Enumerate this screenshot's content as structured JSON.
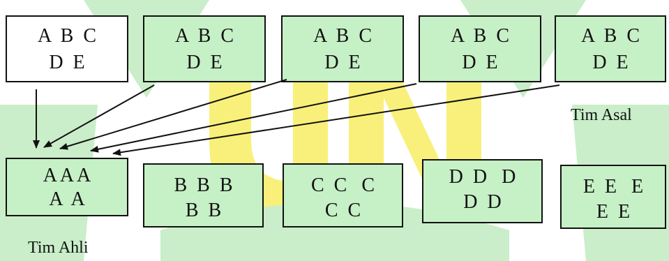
{
  "colors": {
    "box_fill": "#c6f0c6",
    "box_fill_first": "#ffffff",
    "watermark_yellow": "#f8f07a",
    "watermark_green": "#c9eec9"
  },
  "tim_asal": {
    "label": "Tim Asal",
    "boxes": [
      {
        "line1": "A  B  C",
        "line2": "D  E"
      },
      {
        "line1": "A  B  C",
        "line2": "D  E"
      },
      {
        "line1": "A  B  C",
        "line2": "D  E"
      },
      {
        "line1": "A  B  C",
        "line2": "D  E"
      },
      {
        "line1": "A  B  C",
        "line2": "D  E"
      }
    ]
  },
  "tim_ahli": {
    "label": "Tim Ahli",
    "boxes": [
      {
        "line1": "A A A",
        "line2": "A  A"
      },
      {
        "line1": "B  B  B",
        "line2": "B  B"
      },
      {
        "line1": "C  C   C",
        "line2": "C  C"
      },
      {
        "line1": "D  D   D",
        "line2": "D  D"
      },
      {
        "line1": "E  E   E",
        "line2": "E  E"
      }
    ]
  }
}
